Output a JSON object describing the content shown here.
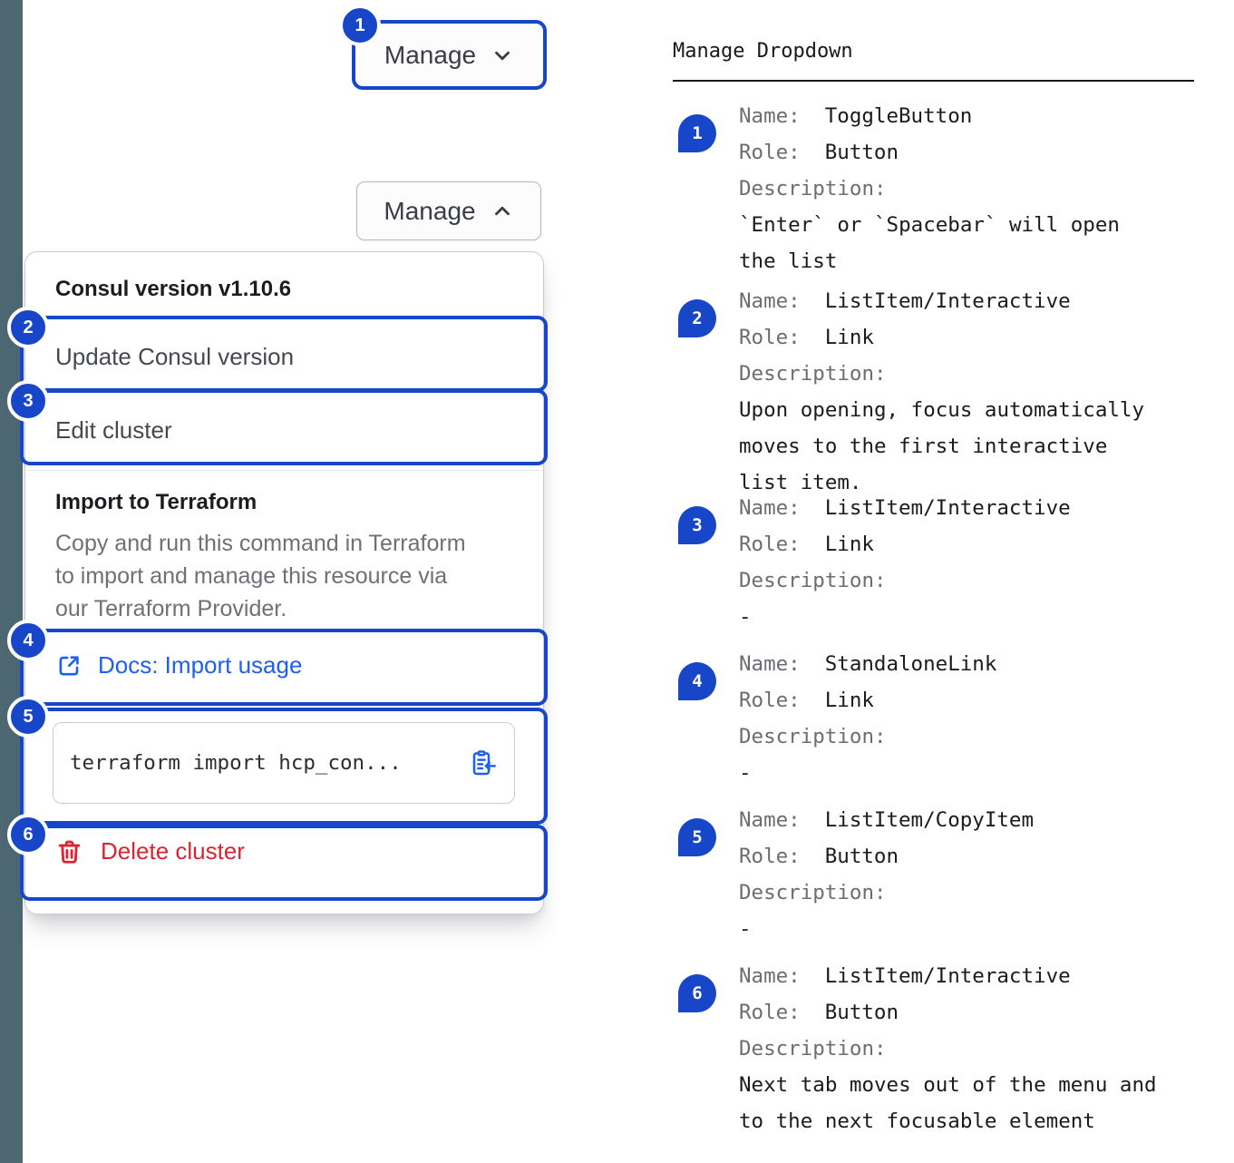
{
  "colors": {
    "accent_blue": "#1747C8",
    "link_blue": "#1E5FEF",
    "danger_red": "#DB2433",
    "sidebar_slate": "#4D6872"
  },
  "left": {
    "toggle_collapsed": {
      "label": "Manage"
    },
    "toggle_expanded": {
      "label": "Manage"
    },
    "menu": {
      "version_heading": "Consul version v1.10.6",
      "update_item": "Update Consul version",
      "edit_item": "Edit cluster",
      "import_heading": "Import to Terraform",
      "import_description": "Copy and run this command in Terraform\nto import and manage this resource via\nour Terraform Provider.",
      "docs_link": "Docs: Import usage",
      "code_snippet": "terraform import hcp_con...",
      "delete_item": "Delete cluster"
    }
  },
  "right": {
    "title": "Manage Dropdown",
    "name_label": "Name:",
    "role_label": "Role:",
    "description_label": "Description:",
    "items": [
      {
        "num": "1",
        "name": "ToggleButton",
        "role": "Button",
        "description": "`Enter` or `Spacebar` will open\nthe list"
      },
      {
        "num": "2",
        "name": "ListItem/Interactive",
        "role": "Link",
        "description": "Upon opening, focus automatically\nmoves to the first interactive\nlist item."
      },
      {
        "num": "3",
        "name": "ListItem/Interactive",
        "role": "Link",
        "description": "-"
      },
      {
        "num": "4",
        "name": "StandaloneLink",
        "role": "Link",
        "description": "-"
      },
      {
        "num": "5",
        "name": "ListItem/CopyItem",
        "role": "Button",
        "description": "-"
      },
      {
        "num": "6",
        "name": "ListItem/Interactive",
        "role": "Button",
        "description": "Next tab moves out of the menu and\nto the next focusable element"
      }
    ]
  }
}
